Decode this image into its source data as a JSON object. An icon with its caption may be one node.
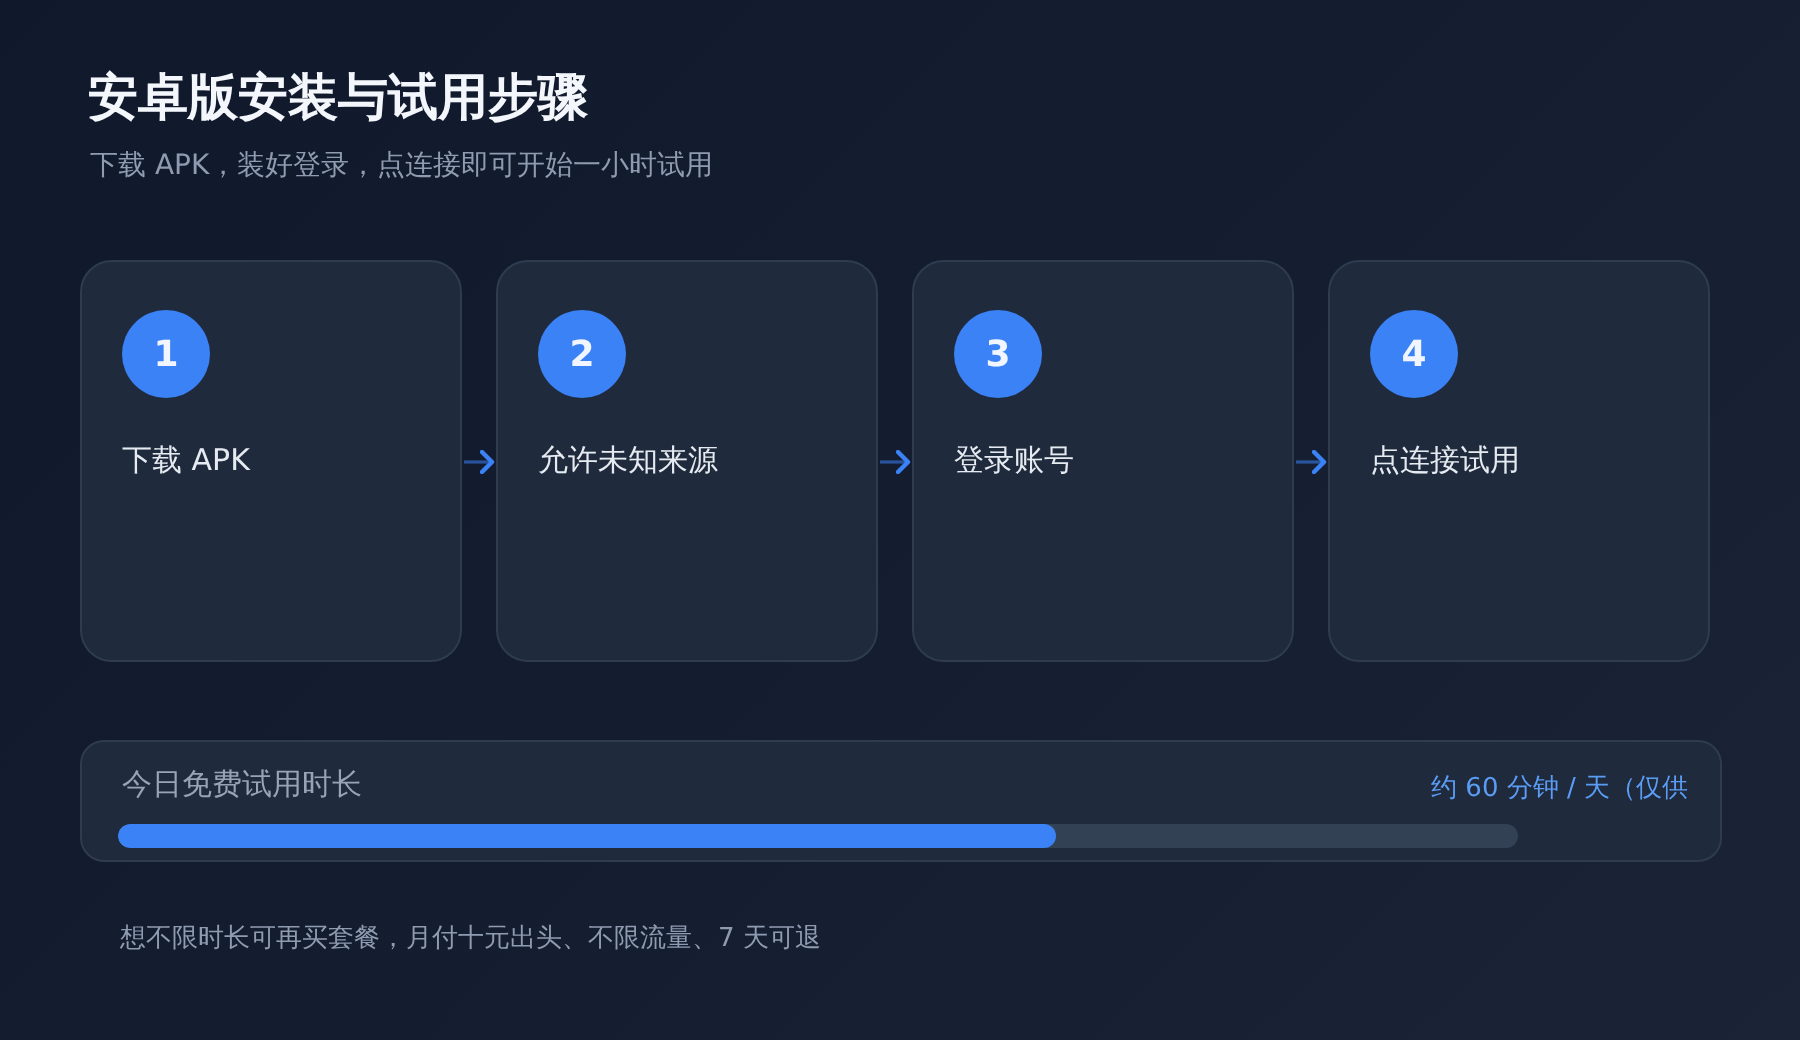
{
  "diagram": {
    "title": "安卓版安装与试用步骤",
    "nodes": [
      {
        "text": [
          "下载 APK"
        ]
      },
      {
        "text": [
          "1"
        ],
        "in": 0
      },
      {
        "text": [
          "允许未知来源"
        ]
      },
      {
        "text": [
          "2"
        ],
        "in": 2
      },
      {
        "text": [
          "登录账号"
        ]
      },
      {
        "text": [
          "3"
        ],
        "in": 4
      },
      {
        "text": [
          "点连接试用"
        ]
      },
      {
        "text": [
          "4"
        ],
        "in": 6
      },
      {
        "text": [
          "今日免费试用时长",
          "约 60 分钟 / 天（仅供"
        ]
      }
    ],
    "edges": [
      {
        "from": 0,
        "to": 2,
        "arrow": "to"
      },
      {
        "from": 2,
        "to": 4,
        "arrow": "to"
      },
      {
        "from": 4,
        "to": 6,
        "arrow": "to"
      }
    ],
    "labels": [
      "下载 APK，装好登录，点连接即可开始一小时试用",
      "想不限时长可再买套餐，月付十元出头、不限流量、7 天可退"
    ]
  }
}
